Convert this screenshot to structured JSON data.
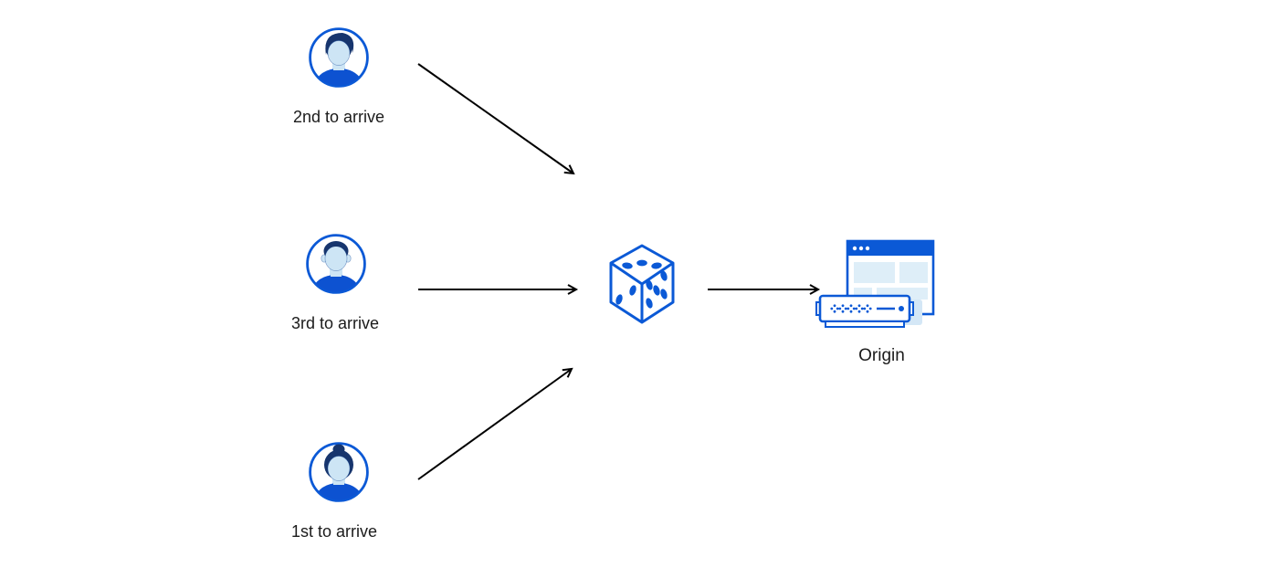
{
  "diagram": {
    "users": [
      {
        "label": "2nd to arrive",
        "icon": "user-man-swoopy-hair-avatar-icon"
      },
      {
        "label": "3rd to arrive",
        "icon": "user-man-short-hair-avatar-icon"
      },
      {
        "label": "1st to arrive",
        "icon": "user-woman-bun-avatar-icon"
      }
    ],
    "randomizer": {
      "icon": "dice-icon"
    },
    "origin": {
      "label": "Origin",
      "icon": "origin-server-icon"
    },
    "connections": [
      {
        "from": "2nd to arrive",
        "to": "dice"
      },
      {
        "from": "3rd to arrive",
        "to": "dice"
      },
      {
        "from": "1st to arrive",
        "to": "dice"
      },
      {
        "from": "dice",
        "to": "Origin"
      }
    ],
    "colors": {
      "accent_blue": "#0b59d6",
      "shirt_blue": "#0d52d1",
      "hair_navy": "#17356d",
      "face_light_blue": "#cde5f5",
      "panel_light_blue": "#deeef8",
      "shadow_light_blue": "#d4e7f6",
      "arrow_black": "#000000",
      "text": "#1b1b1b",
      "background": "#ffffff"
    }
  }
}
